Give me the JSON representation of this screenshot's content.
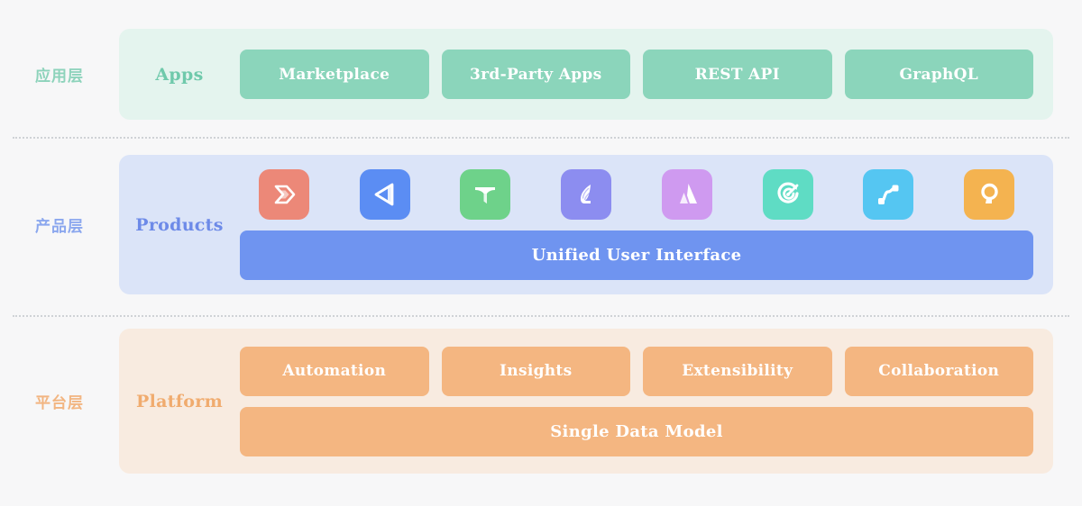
{
  "diagram": {
    "background": "#f7f7f8",
    "layers": [
      {
        "id": "apps",
        "side_label": "应用层",
        "title": "Apps",
        "band_color": "#e4f4ee",
        "accent_color": "#8bd5bb",
        "label_color": "#8dd3bb",
        "chips": [
          "Marketplace",
          "3rd-Party Apps",
          "REST API",
          "GraphQL"
        ],
        "wide_bar": null
      },
      {
        "id": "products",
        "side_label": "产品层",
        "title": "Products",
        "band_color": "#dbe4f8",
        "accent_color": "#6f94f0",
        "label_color": "#8ba7ee",
        "chips": [],
        "wide_bar": "Unified User Interface",
        "icons": [
          {
            "name": "zoho-chevron-icon",
            "tile_color": "#ec8878"
          },
          {
            "name": "triangle-play-icon",
            "tile_color": "#5b8df3"
          },
          {
            "name": "t-letter-icon",
            "tile_color": "#6ed28a"
          },
          {
            "name": "feather-quill-icon",
            "tile_color": "#8c8df0"
          },
          {
            "name": "atlassian-a-icon",
            "tile_color": "#cf9af0"
          },
          {
            "name": "target-arrow-icon",
            "tile_color": "#5fdcc4"
          },
          {
            "name": "workflow-curve-icon",
            "tile_color": "#55c6f2"
          },
          {
            "name": "magnifier-q-icon",
            "tile_color": "#f4b350"
          }
        ]
      },
      {
        "id": "platform",
        "side_label": "平台层",
        "title": "Platform",
        "band_color": "#f8ebe0",
        "accent_color": "#f4b681",
        "label_color": "#f2b581",
        "chips": [
          "Automation",
          "Insights",
          "Extensibility",
          "Collaboration"
        ],
        "wide_bar": "Single Data Model"
      }
    ],
    "dividers": [
      {
        "name": "divider-apps-products",
        "style": "dotted",
        "color": "#cfd2d6"
      },
      {
        "name": "divider-products-platform",
        "style": "dotted",
        "color": "#cfd2d6"
      }
    ]
  }
}
